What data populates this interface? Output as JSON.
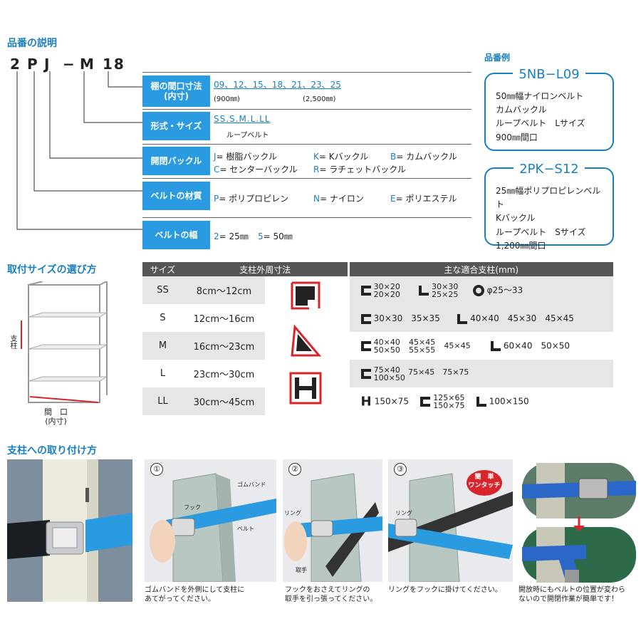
{
  "explain": {
    "title": "品番の説明",
    "code": [
      "2",
      "P",
      "J",
      "−",
      "M",
      "18"
    ],
    "rows": [
      {
        "label_l1": "棚の間口寸法",
        "label_l2": "(内寸)",
        "values": "09、12、15、18、21、23、25",
        "sub1": "(900㎜)",
        "sub2": "(2,500㎜)"
      },
      {
        "label_l1": "形式・サイズ",
        "values": "SS.S.M.L.LL",
        "sub1": "ループベルト"
      },
      {
        "label_l1": "開閉バックル",
        "opts": [
          {
            "k": "J",
            "t": "= 樹脂バックル"
          },
          {
            "k": "K",
            "t": "= Kバックル"
          },
          {
            "k": "B",
            "t": "= カムバックル"
          },
          {
            "k": "C",
            "t": "= センターバックル"
          },
          {
            "k": "R",
            "t": "= ラチェットバックル"
          }
        ]
      },
      {
        "label_l1": "ベルトの材質",
        "opts": [
          {
            "k": "P",
            "t": "= ポリプロピレン"
          },
          {
            "k": "N",
            "t": "= ナイロン"
          },
          {
            "k": "E",
            "t": "= ポリエステル"
          }
        ]
      },
      {
        "label_l1": "ベルトの幅",
        "opts": [
          {
            "k": "2",
            "t": "= 25㎜"
          },
          {
            "k": "5",
            "t": "= 50㎜"
          }
        ]
      }
    ]
  },
  "examples": {
    "title": "品番例",
    "items": [
      {
        "code": "5NB−L09",
        "lines": [
          "50㎜幅ナイロンベルト",
          "カムバックル",
          "ループベルト　Lサイズ",
          "900㎜間口"
        ]
      },
      {
        "code": "2PK−S12",
        "lines": [
          "25㎜幅ポリプロピレンベルト",
          "Kバックル",
          "ループベルト　Sサイズ",
          "1,200㎜間口"
        ]
      }
    ]
  },
  "size_select": {
    "title": "取付サイズの選び方",
    "shelf_label_side": "支柱",
    "shelf_label_bottom_1": "間　口",
    "shelf_label_bottom_2": "(内寸)",
    "headers": [
      "サイズ",
      "支柱外周寸法",
      "主な適合支柱(mm)"
    ],
    "rows": [
      {
        "size": "SS",
        "range": "8cm〜12cm"
      },
      {
        "size": "S",
        "range": "12cm〜16cm"
      },
      {
        "size": "M",
        "range": "16cm〜23cm"
      },
      {
        "size": "L",
        "range": "23cm〜30cm"
      },
      {
        "size": "LL",
        "range": "30cm〜45cm"
      }
    ],
    "fits": {
      "ss_c": [
        "30×20",
        "20×20"
      ],
      "ss_l": [
        "30×30",
        "25×25"
      ],
      "ss_o": "φ25〜33",
      "s_c": "30×30　35×35",
      "s_l": "40×40　45×30　45×45",
      "m_c1": [
        "40×40",
        "50×50"
      ],
      "m_c2": [
        "45×45",
        "55×55"
      ],
      "m_c3": "45×45",
      "m_l": "60×40　50×50",
      "l_c1": [
        "75×40",
        "100×50"
      ],
      "l_c2": "75×45　75×75",
      "ll_h": "150×75",
      "ll_c": [
        "125×65",
        "150×75"
      ],
      "ll_l": "100×150"
    }
  },
  "attach": {
    "title": "支柱への取り付け方",
    "steps": [
      {
        "num": "①",
        "caption": [
          "ゴムバンドを外側にして支柱に",
          "あてがってください。"
        ],
        "label_a": "ゴムバンド",
        "label_b": "フック",
        "label_c": "ベルト"
      },
      {
        "num": "②",
        "caption": [
          "フックをおさえてリングの",
          "取手を引っ張ってください。"
        ],
        "label_a": "リング",
        "label_b": "取手"
      },
      {
        "num": "③",
        "caption": [
          "リングをフックに掛けてください。"
        ],
        "label_a": "リング",
        "badge_1": "簡　単",
        "badge_2": "ワンタッチ"
      }
    ],
    "note": [
      "開放時にもベルトの位置が変わら",
      "ないので開閉作業が簡単です！"
    ]
  },
  "colors": {
    "accent": "#1a7fc1",
    "box": "#2a9be0",
    "belt": "#2b8fd8",
    "red": "#d7262b"
  }
}
